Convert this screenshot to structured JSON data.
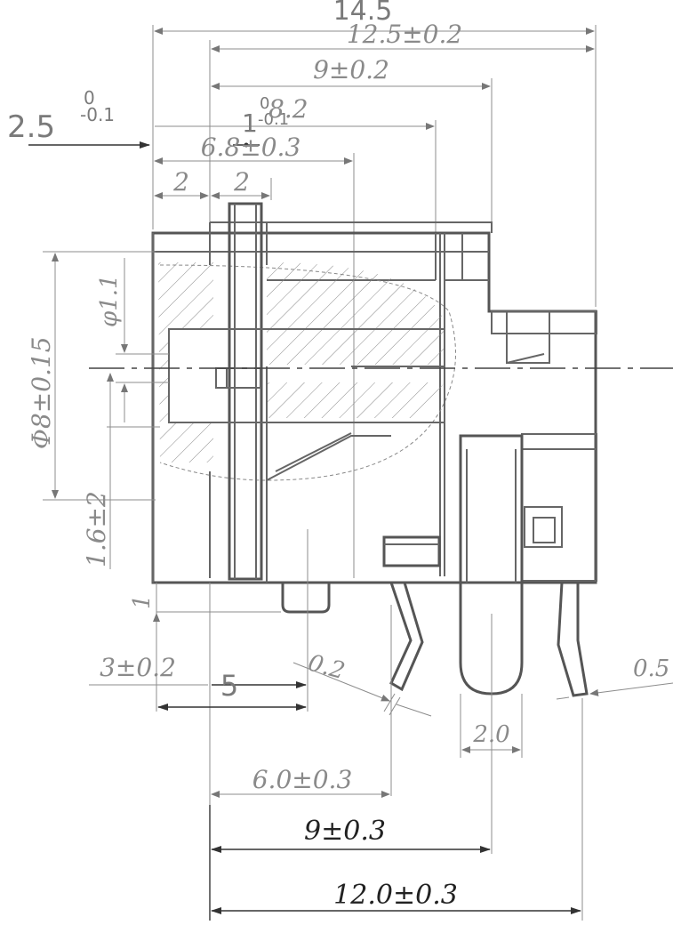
{
  "dimensions": {
    "top_overall": "14.5",
    "top_12_5": "12.5±0.2",
    "top_9": "9±0.2",
    "left_2_5": "2.5",
    "left_2_5_tol_upper": "0",
    "left_2_5_tol_lower": "-0.1",
    "pin_1": "1",
    "pin_1_tol_upper": "0",
    "pin_1_tol_lower": "-0.1",
    "pin_1_over": "8.2",
    "dim_6_8": "6.8±0.3",
    "dim_2_a": "2",
    "dim_2_b": "2",
    "phi_1_1": "φ1.1",
    "phi_8": "Φ8±0.15",
    "dim_1_6": "1.6±2",
    "dim_1": "1",
    "dim_3": "3±0.2",
    "dim_5": "5",
    "dim_0_2": "0.2",
    "dim_0_5": "0.5",
    "dim_2_0": "2.0",
    "bottom_6_0": "6.0±0.3",
    "bottom_9": "9±0.3",
    "bottom_12": "12.0±0.3"
  }
}
